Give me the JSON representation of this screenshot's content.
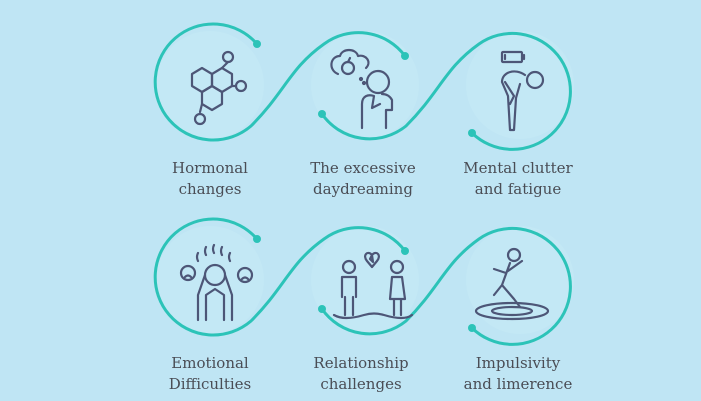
{
  "accent_color": "#2cc3b8",
  "icon_color": "#4d5677",
  "items": [
    {
      "line1": "Hormonal",
      "line2": "changes",
      "icon": "molecule-icon"
    },
    {
      "line1": "The excessive",
      "line2": "daydreaming",
      "icon": "daydreaming-person-icon"
    },
    {
      "line1": "Mental clutter",
      "line2": "and fatigue",
      "icon": "tired-person-low-battery-icon"
    },
    {
      "line1": "Emotional",
      "line2": "Difficulties",
      "icon": "stressed-person-icon"
    },
    {
      "line1": "Relationship",
      "line2": "challenges",
      "icon": "broken-heart-couple-icon"
    },
    {
      "line1": "Impulsivity",
      "line2": "and limerence",
      "icon": "slipping-person-icon"
    }
  ]
}
